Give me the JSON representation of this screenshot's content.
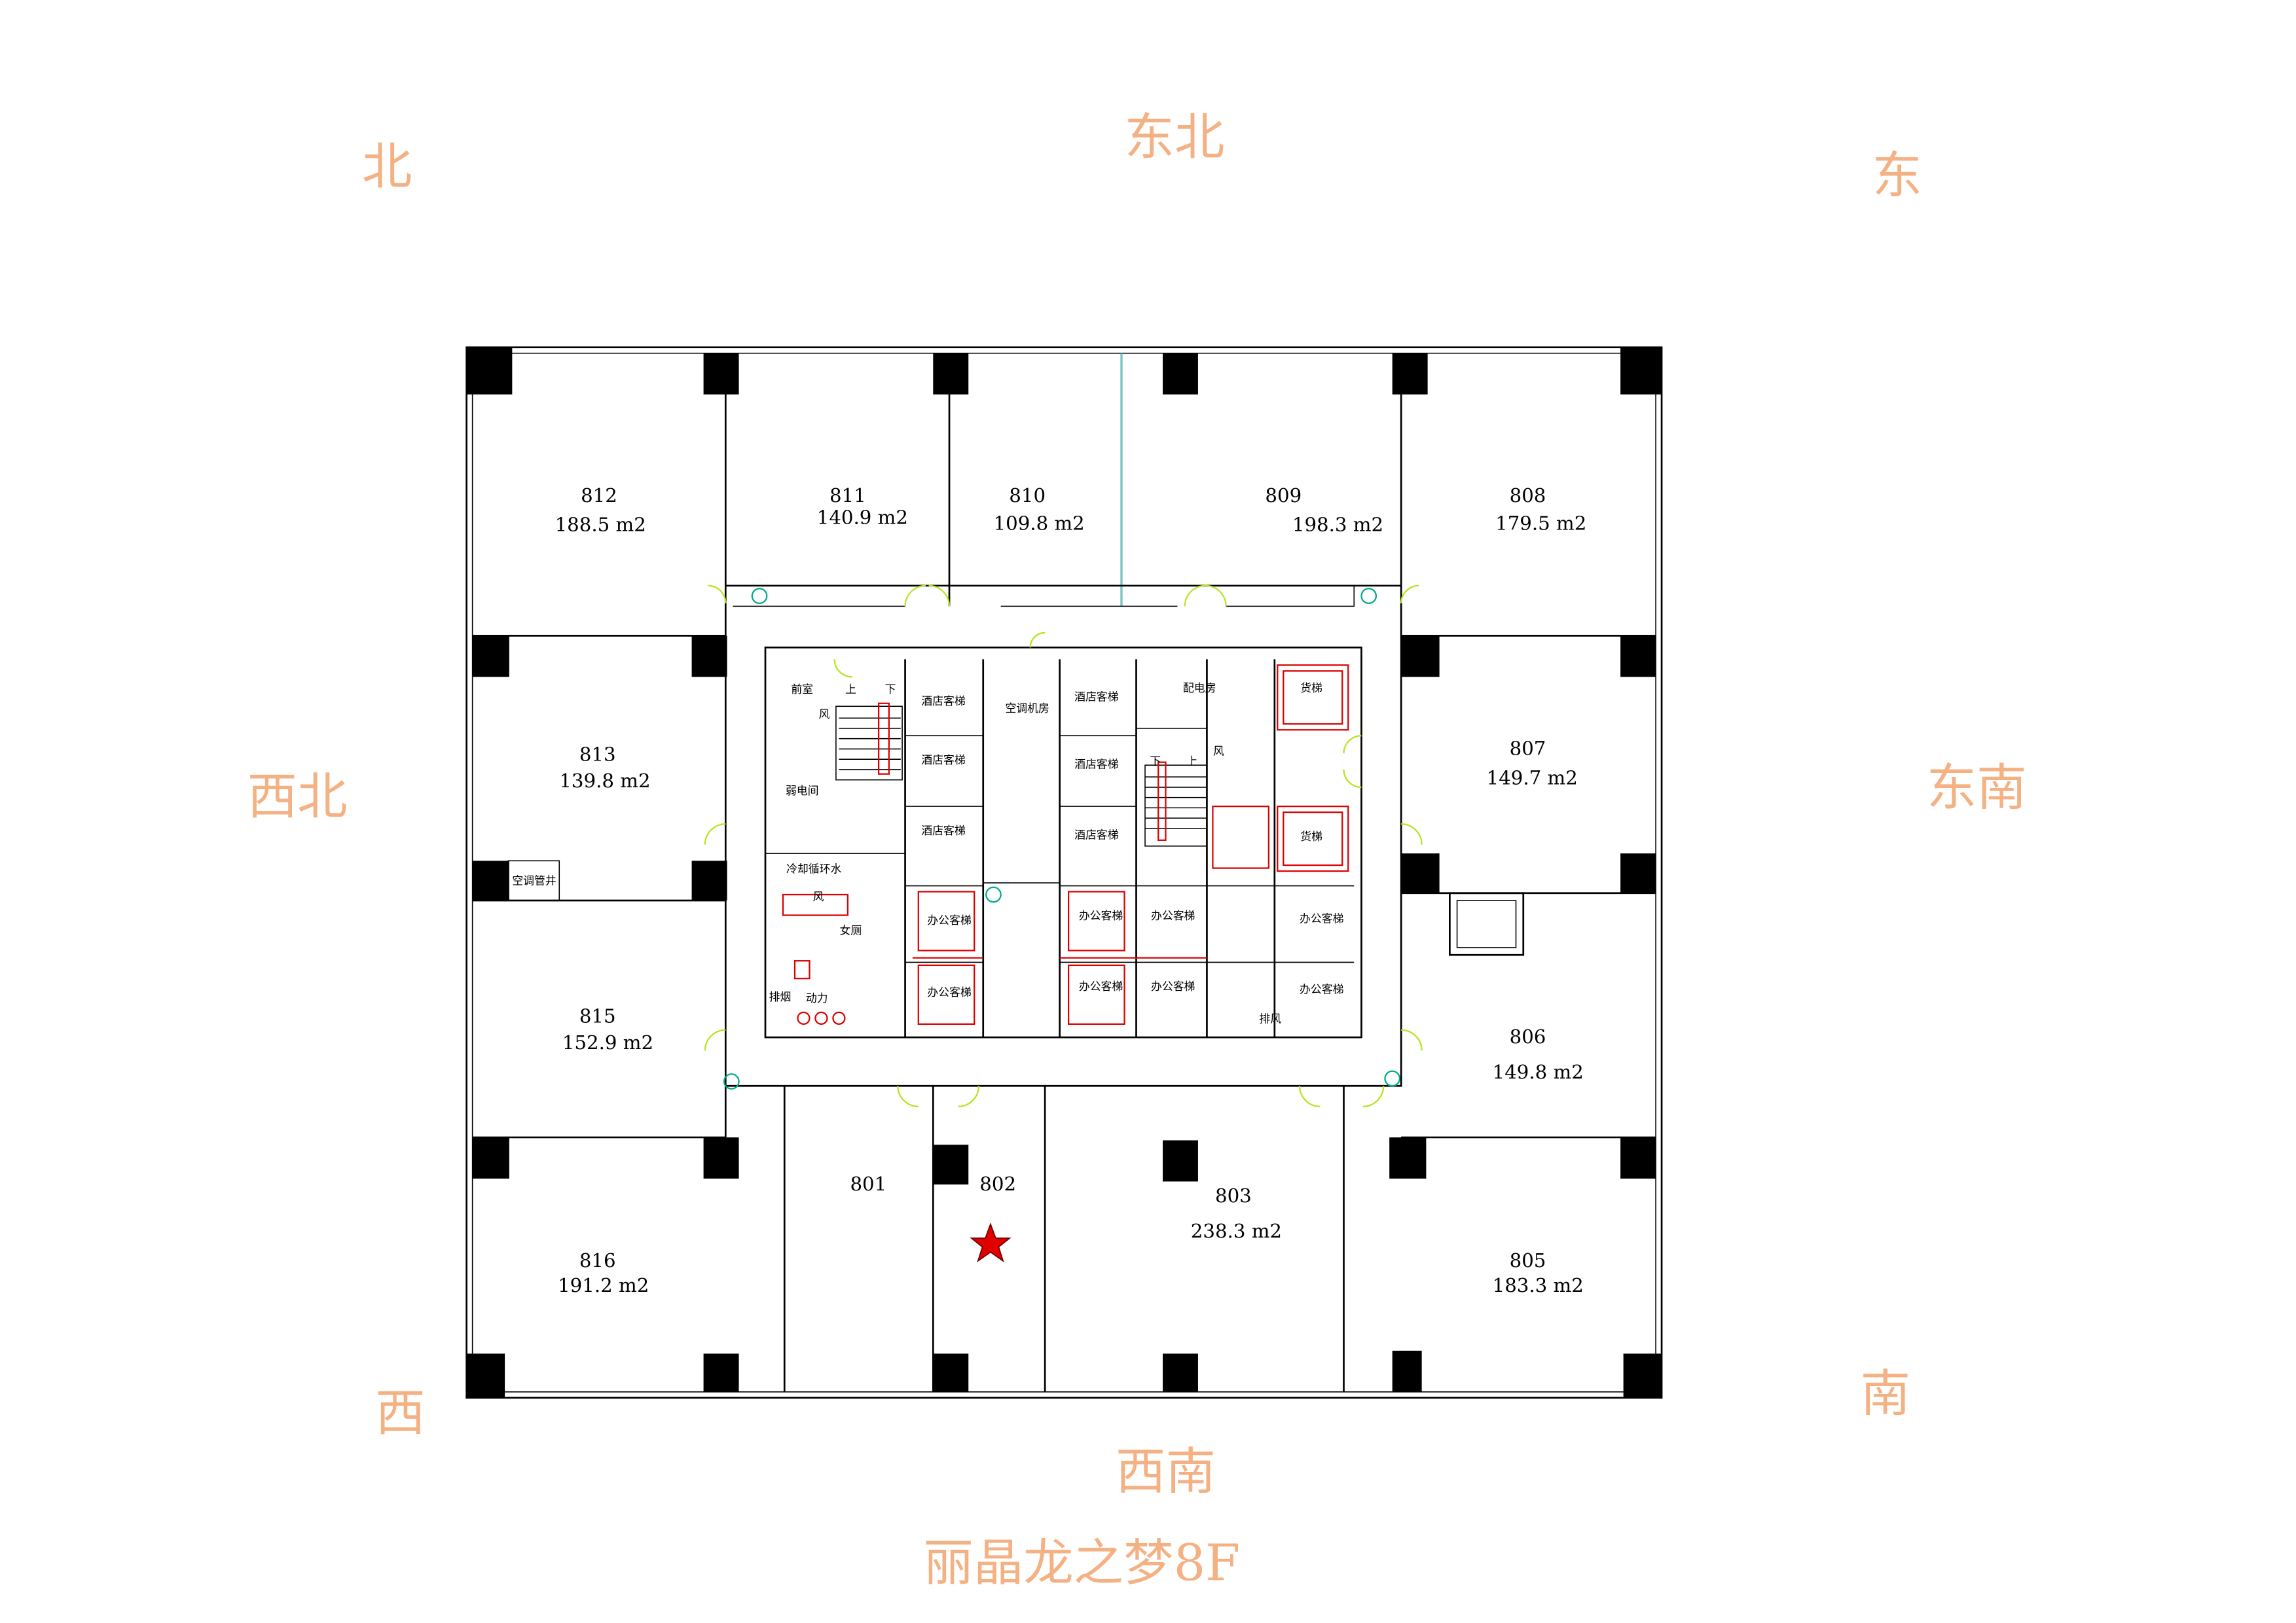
{
  "title": "丽晶龙之梦8F",
  "compass": {
    "n": "北",
    "ne": "东北",
    "e": "东",
    "nw": "西北",
    "se": "东南",
    "w": "西",
    "s": "南",
    "sw": "西南"
  },
  "rooms": [
    {
      "id": "812",
      "area": "188.5 m2"
    },
    {
      "id": "811",
      "area": "140.9 m2"
    },
    {
      "id": "810",
      "area": "109.8 m2"
    },
    {
      "id": "809",
      "area": "198.3 m2"
    },
    {
      "id": "808",
      "area": "179.5 m2"
    },
    {
      "id": "813",
      "area": "139.8 m2"
    },
    {
      "id": "807",
      "area": "149.7 m2"
    },
    {
      "id": "815",
      "area": "152.9 m2"
    },
    {
      "id": "806",
      "area": "149.8 m2"
    },
    {
      "id": "801"
    },
    {
      "id": "802"
    },
    {
      "id": "803",
      "area": "238.3 m2"
    },
    {
      "id": "816",
      "area": "191.2 m2"
    },
    {
      "id": "805",
      "area": "183.3 m2"
    }
  ],
  "core_labels": {
    "vestibule": "前室",
    "wind": "风",
    "up": "上",
    "down": "下",
    "weak_elec": "弱电间",
    "hotel_lift": "酒店客梯",
    "ac_room": "空调机房",
    "power_room": "配电房",
    "freight_lift": "货梯",
    "cooling": "冷却循环水",
    "womens_wc": "女厕",
    "smoke_exhaust": "排烟",
    "power": "动力",
    "office_lift": "办公客梯",
    "exhaust": "排风",
    "ac_shaft": "空调管井"
  },
  "colors": {
    "compass": "#f4b183",
    "marker": "#e00000",
    "door": "#b5e61d",
    "equipment": "#d00000"
  }
}
